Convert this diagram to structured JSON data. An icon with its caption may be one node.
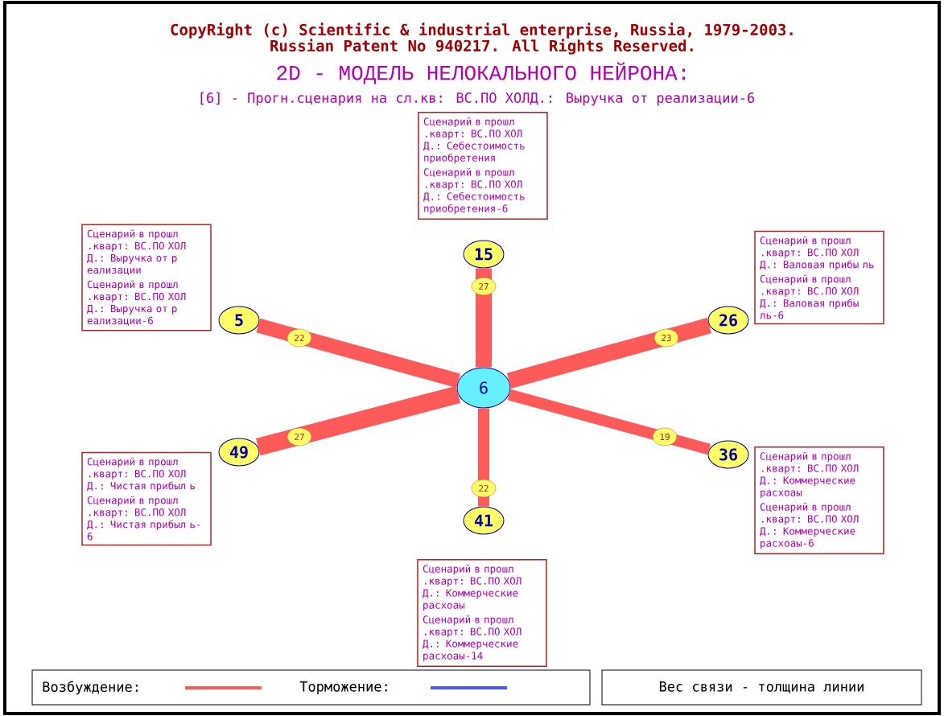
{
  "diagram": {
    "title": "2D - МОДЕЛЬ НЕЛОКАЛЬНОГО НЕЙРОНА:",
    "nodes": [
      {
        "text": [
          "Сценарий в прошл .кварт: ВС.ПО ХОЛ Д.: Себестоимость приобретения",
          "Сценарий в прошл .кварт: ВС.ПО ХОЛ Д.: Себестоимость приобретения-6"
        ]
      },
      {
        "text": [
          "Сценарий в прошл .кварт: ВС.ПО ХОЛ Д.: Выручка от р еализации",
          "Сценарий в прошл .кварт: ВС.ПО ХОЛ Д.: Выручка от р еализации-6"
        ]
      },
      {
        "text": [
          "Сценарий в прошл .кварт: ВС.ПО ХОЛ Д.: Валовая прибы ль",
          "Сценарий в прошл .кварт: ВС.ПО ХОЛ Д.: Валовая прибы ль-6"
        ]
      },
      {
        "text": [
          "15"
        ]
      },
      {
        "text": [
          "5"
        ]
      },
      {
        "text": [
          "26"
        ]
      },
      {
        "text": [
          "6"
        ]
      },
      {
        "text": [
          "49"
        ]
      },
      {
        "text": [
          "36"
        ]
      },
      {
        "text": [
          "41"
        ]
      },
      {
        "text": [
          "Сценарий в прошл .кварт: ВС.ПО ХОЛ Д.: Чистая прибыл ь",
          "Сценарий в прошл .кварт: ВС.ПО ХОЛ Д.: Чистая прибыл ь-6"
        ]
      },
      {
        "text": [
          "Сценарий в прошл .кварт: ВС.ПО ХОЛ Д.: Коммерческие расхоаы",
          "Сценарий в прошл .кварт: ВС.ПО ХОЛ Д.: Коммерческие расхоаы-6"
        ]
      },
      {
        "text": [
          "Сценарий в прошл .кварт: ВС.ПО ХОЛ Д.: Коммерческие расхоаы",
          "Сценарий в прошл .кварт: ВС.ПО ХОЛ Д.: Коммерческие расхоаы-14"
        ]
      }
    ],
    "edges": [
      {
        "from": 6,
        "to": 3,
        "arrow": "none",
        "label": "27"
      },
      {
        "from": 6,
        "to": 4,
        "arrow": "none",
        "label": "22"
      },
      {
        "from": 6,
        "to": 5,
        "arrow": "none",
        "label": "23"
      },
      {
        "from": 6,
        "to": 7,
        "arrow": "none",
        "label": "27"
      },
      {
        "from": 6,
        "to": 8,
        "arrow": "none",
        "label": "19"
      },
      {
        "from": 6,
        "to": 9,
        "arrow": "none",
        "label": "22"
      }
    ],
    "labels": [
      "CopyRight (c) Scientific & industrial enterprise, Russia, 1979-2003.",
      "Russian Patent No 940217. All Rights Reserved.",
      "[6] - Прогн.сценария на сл.кв: ВС.ПО ХОЛД.: Выручка от реализации-6",
      "Вес связи - толщина линии"
    ],
    "legend": [
      {
        "text": "Возбуждение:"
      },
      {
        "text": "Торможение:"
      }
    ]
  }
}
